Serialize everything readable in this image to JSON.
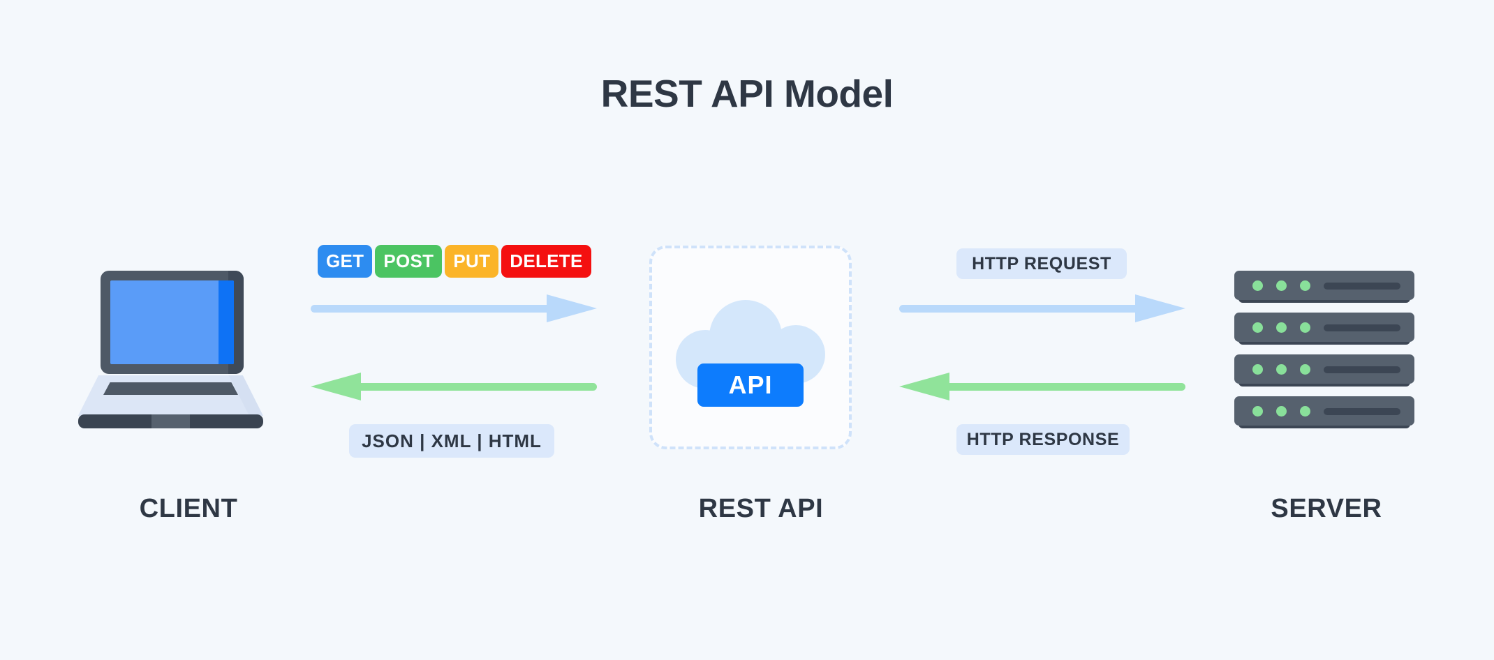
{
  "diagram": {
    "title": "REST API Model",
    "background_color": "#f4f8fc",
    "title_color": "#2e3744"
  },
  "nodes": {
    "client": {
      "caption": "CLIENT",
      "icon": "laptop-icon"
    },
    "rest_api": {
      "caption": "REST API",
      "badge_label": "API",
      "icon": "cloud-icon",
      "badge_color": "#0d7cfd"
    },
    "server": {
      "caption": "SERVER",
      "icon": "server-rack-icon",
      "rack_count": 4,
      "led_count": 3,
      "led_color": "#89e09a"
    }
  },
  "http_methods": [
    {
      "label": "GET",
      "color": "#2d8cf0"
    },
    {
      "label": "POST",
      "color": "#4bc462"
    },
    {
      "label": "PUT",
      "color": "#fbb428"
    },
    {
      "label": "DELETE",
      "color": "#f41010"
    }
  ],
  "flows": {
    "client_to_api": {
      "label": "",
      "direction": "right",
      "color": "#b9d9fb"
    },
    "api_to_client": {
      "label": "",
      "direction": "left",
      "color": "#90e39a"
    },
    "api_to_server": {
      "label": "HTTP REQUEST",
      "direction": "right",
      "color": "#b9d9fb"
    },
    "server_to_api": {
      "label": "HTTP RESPONSE",
      "direction": "left",
      "color": "#90e39a"
    }
  },
  "response_formats": {
    "label": "JSON  |  XML  |  HTML",
    "items": [
      "JSON",
      "XML",
      "HTML"
    ]
  }
}
